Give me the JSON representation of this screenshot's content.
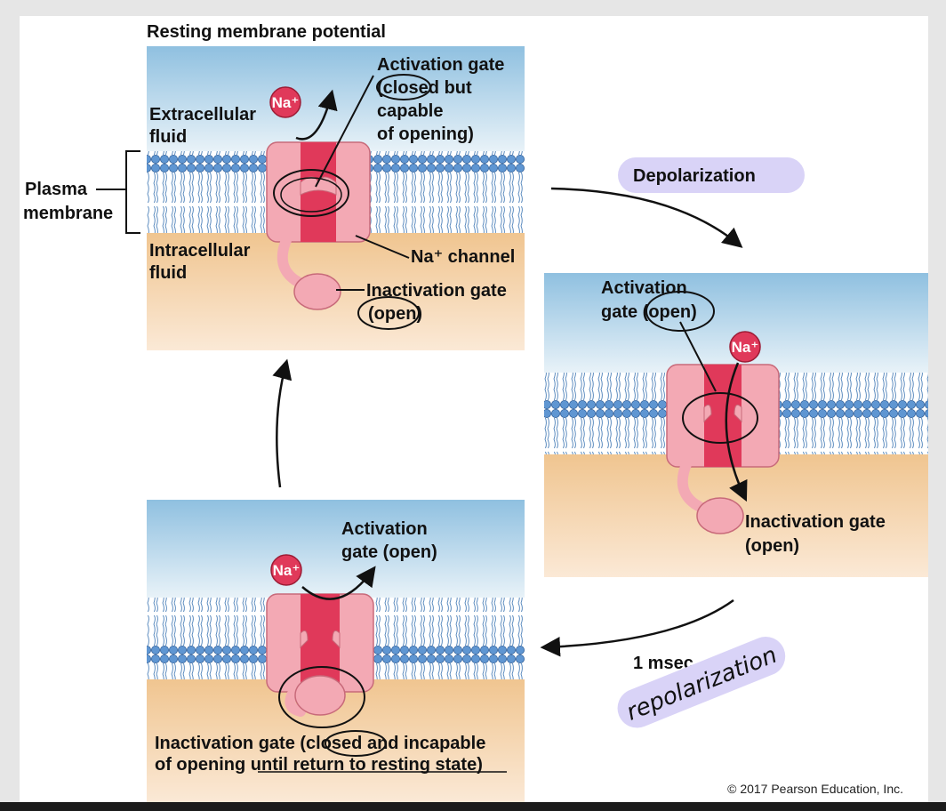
{
  "title": "Resting membrane potential",
  "panel1": {
    "activation_line1": "Activation gate",
    "activation_line2": "(closed but",
    "activation_line3": "capable",
    "activation_line4": "of opening)",
    "extracellular_line1": "Extracellular",
    "extracellular_line2": "fluid",
    "plasma_line1": "Plasma",
    "plasma_line2": "membrane",
    "intracellular_line1": "Intracellular",
    "intracellular_line2": "fluid",
    "channel": "Na⁺ channel",
    "inactivation_line1": "Inactivation gate",
    "inactivation_line2": "(open)",
    "ion": "Na⁺"
  },
  "depolarization_label": "Depolarization",
  "panel2": {
    "activation_line1": "Activation",
    "activation_line2": "gate (open)",
    "inactivation_line1": "Inactivation gate",
    "inactivation_line2": "(open)",
    "ion": "Na⁺"
  },
  "time_label": "1 msec",
  "repolarization_label": "repolarization",
  "panel3": {
    "activation_line1": "Activation",
    "activation_line2": "gate (open)",
    "inactivation_line1": "Inactivation gate (closed and incapable",
    "inactivation_line2": "of opening until return to resting state)",
    "ion": "Na⁺"
  },
  "copyright": "© 2017 Pearson Education, Inc.",
  "colors": {
    "extracellular_top": "#a9cfe6",
    "intracellular_bottom": "#f2cfa3",
    "channel_pink": "#f3a9b4",
    "channel_red": "#e0395a",
    "lipid_head": "#5f96d2",
    "highlight": "#d9d3f7"
  }
}
